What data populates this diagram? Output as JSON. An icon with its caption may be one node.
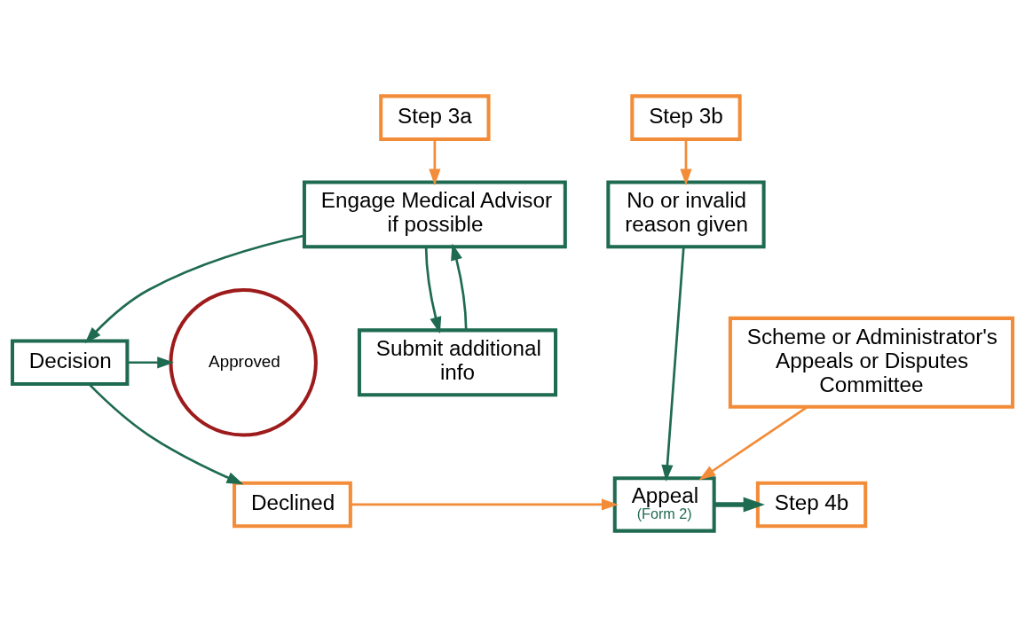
{
  "diagram": {
    "nodes": [
      {
        "text": [
          "Step 3a"
        ]
      },
      {
        "text": [
          "Engage Medical Advisor if possible"
        ]
      },
      {
        "text": [
          "Step 3b"
        ]
      },
      {
        "text": [
          "Approved"
        ]
      },
      {
        "text": [
          "Decision"
        ]
      },
      {
        "text": [
          "Submit additional info"
        ]
      },
      {
        "text": [
          "No or invalid reason given"
        ]
      },
      {
        "text": [
          "Declined"
        ]
      },
      {
        "text": [
          "Appeal",
          "(Form 2)"
        ]
      },
      {
        "text": [
          "Step 4b"
        ]
      },
      {
        "text": [
          "Scheme or Administrator's Appeals or Disputes Committee"
        ]
      }
    ],
    "edges": [
      {
        "from": 0,
        "to": 1,
        "arrow": "to",
        "color": "#f28c38"
      },
      {
        "from": 1,
        "to": 4,
        "arrow": "to"
      },
      {
        "from": 1,
        "to": 5,
        "arrow": "to"
      },
      {
        "from": 5,
        "to": 1,
        "arrow": "to"
      },
      {
        "from": 4,
        "to": 3,
        "arrow": "to"
      },
      {
        "from": 4,
        "to": 7,
        "arrow": "to"
      },
      {
        "from": 2,
        "to": 6,
        "arrow": "to",
        "color": "#f28c38"
      },
      {
        "from": 6,
        "to": 8,
        "arrow": "to"
      },
      {
        "from": 7,
        "to": 8,
        "arrow": "to",
        "color": "#f28c38"
      },
      {
        "from": 8,
        "to": 9,
        "arrow": "to",
        "style": "thick"
      },
      {
        "from": 10,
        "to": 8,
        "arrow": "to",
        "color": "#f28c38"
      }
    ]
  }
}
